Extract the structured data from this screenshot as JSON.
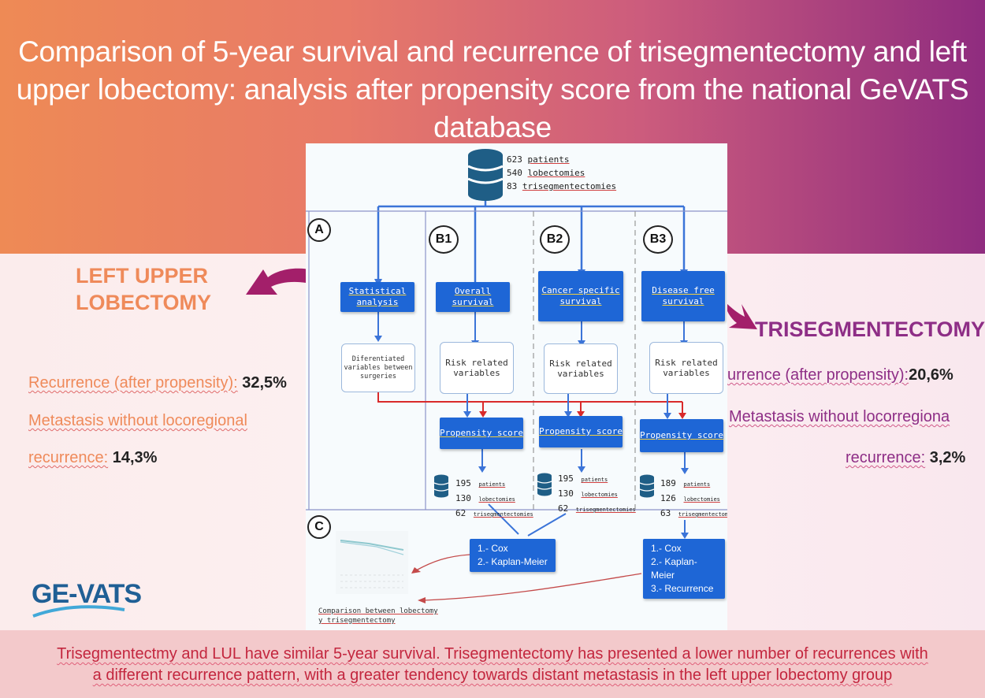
{
  "title": "Comparison of 5-year survival and recurrence of trisegmentectomy and left upper lobectomy: analysis after propensity score from the national GeVATS database",
  "left": {
    "heading_line1": "LEFT UPPER",
    "heading_line2": "LOBECTOMY",
    "recurrence_label": "Recurrence (after propensity):",
    "recurrence_value": "32,5%",
    "metastasis_label_line1": "Metastasis without locoregional",
    "metastasis_label_line2": "recurrence:",
    "metastasis_value": "14,3%"
  },
  "right": {
    "heading": "TRISEGMENTECTOMY",
    "recurrence_label": "urrence (after propensity):",
    "recurrence_value": "20,6%",
    "metastasis_label_line1": "Metastasis without locorregiona",
    "metastasis_label_line2": "recurrence:",
    "metastasis_value": "3,2%"
  },
  "logo": "GE-VATS",
  "conclusion_line1": "Trisegmentectmy and LUL have similar 5-year survival. Trisegmentectomy has presented a lower number of recurrences with",
  "conclusion_line2": "a different recurrence pattern, with a greater tendency towards distant metastasis in the left upper lobectomy group",
  "diagram": {
    "database": {
      "patients": "623",
      "patients_label": "patients",
      "lobectomies": "540",
      "lobectomies_label": "lobectomies",
      "trisegs": "83",
      "trisegs_label": "trisegmentectomies"
    },
    "panels": [
      "A",
      "B1",
      "B2",
      "B3",
      "C"
    ],
    "a_box": "Statistical analysis",
    "a_sub": "Diferentiated variables between surgeries",
    "b1_box": "Overall survival",
    "b2_box": "Cancer specific survival",
    "b3_box": "Disease free survival",
    "risk_label": "Risk related variables",
    "propensity_label": "Propensity score",
    "b1_counts": {
      "patients": "195",
      "lob": "130",
      "tri": "62"
    },
    "b2_counts": {
      "patients": "195",
      "lob": "130",
      "tri": "62"
    },
    "b3_counts": {
      "patients": "189",
      "lob": "126",
      "tri": "63"
    },
    "count_labels": {
      "patients": "patients",
      "lob": "lobectomies",
      "tri": "trisegmentectomies"
    },
    "analysis_1": [
      "1.- Cox",
      "2.- Kaplan-Meier"
    ],
    "analysis_2": [
      "1.- Cox",
      "2.- Kaplan-Meier",
      "3.- Recurrence"
    ],
    "comparison_caption_line1": "Comparison between lobectomy",
    "comparison_caption_line2": "y trisegmentectomy"
  },
  "colors": {
    "banner_left": "#ee8a55",
    "banner_right": "#8f2c7f",
    "left_accent": "#ef8a5a",
    "right_accent": "#8e2e86",
    "diagram_blue": "#1e66d6",
    "conclusion_text": "#c3263e",
    "footer_bg": "#f3c9cb"
  }
}
